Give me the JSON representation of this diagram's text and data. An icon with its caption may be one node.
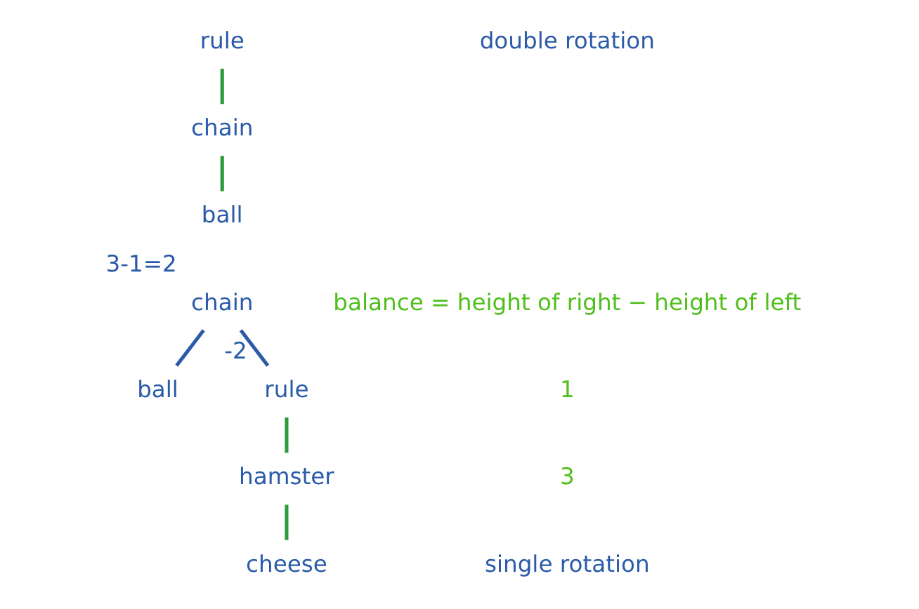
{
  "diagram": {
    "nodes": [
      {
        "text": [
          "rule"
        ]
      },
      {
        "text": [
          "chain"
        ]
      },
      {
        "text": [
          "ball"
        ]
      },
      {
        "text": [
          "chain"
        ],
        "beside": [
          "3-1=2"
        ]
      },
      {
        "text": [
          "ball"
        ]
      },
      {
        "text": [
          "rule"
        ],
        "beside": [
          "-2"
        ]
      },
      {
        "text": [
          "hamster"
        ]
      },
      {
        "text": [
          "cheese"
        ]
      }
    ],
    "edges": [
      {
        "from": 0,
        "to": 1,
        "arrow": "none"
      },
      {
        "from": 1,
        "to": 2,
        "arrow": "none"
      },
      {
        "from": 3,
        "to": 4,
        "arrow": "none",
        "color": "#2a5aa8"
      },
      {
        "from": 3,
        "to": 5,
        "arrow": "none",
        "color": "#2a5aa8"
      },
      {
        "from": 5,
        "to": 6,
        "arrow": "none"
      },
      {
        "from": 6,
        "to": 7,
        "arrow": "none"
      }
    ],
    "labels": [
      "double rotation",
      "balance = height of right − height of left",
      "1",
      "3",
      "single rotation"
    ]
  }
}
